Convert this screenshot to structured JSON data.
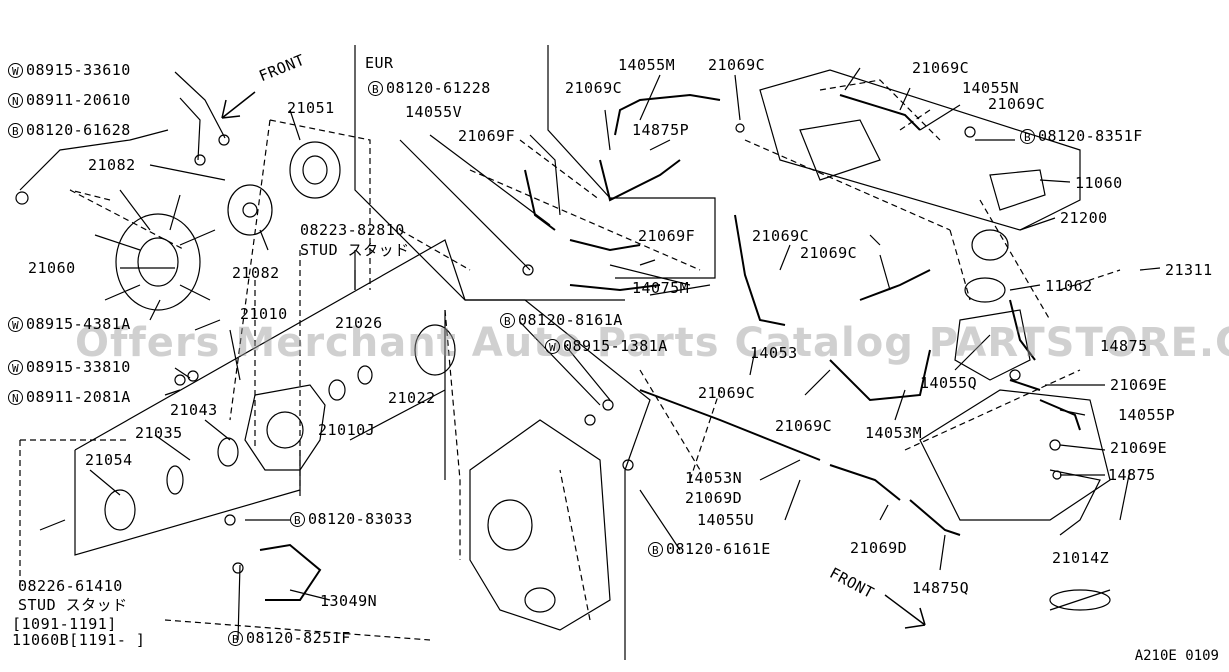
{
  "diagram": {
    "watermark": "Offers Merchant Auto Parts Catalog PARTSTORE.CA",
    "drawing_code": "A210E 0109",
    "labels": {
      "front_top": "FRONT",
      "front_bottom": "FRONT",
      "eur": "EUR",
      "p_08915_33610": "08915-33610",
      "p_08911_20610": "08911-20610",
      "p_08120_61628": "08120-61628",
      "p_21051": "21051",
      "p_21082_a": "21082",
      "p_21082_b": "21082",
      "p_21060": "21060",
      "p_08223_82810": "08223-82810",
      "stud_top": "STUD スタッド",
      "p_08915_4381a": "08915-4381A",
      "p_21010": "21010",
      "p_21026": "21026",
      "p_08915_33810": "08915-33810",
      "p_08911_2081a": "08911-2081A",
      "p_21043": "21043",
      "p_21022": "21022",
      "p_21035": "21035",
      "p_21010j": "21010J",
      "p_21054": "21054",
      "p_08120_83033": "08120-83033",
      "p_08226_61410": "08226-61410",
      "stud_bottom": "STUD スタッド",
      "range_1": "[1091-1191]",
      "p_11060b": "11060B[1191-    ]",
      "p_13049n": "13049N",
      "p_08120_8251f": "08120-8251F",
      "p_08120_61228": "08120-61228",
      "p_14055v": "14055V",
      "p_21069f_a": "21069F",
      "p_21069f_b": "21069F",
      "p_14075m": "14075M",
      "p_21069c_1": "21069C",
      "p_14055m": "14055M",
      "p_21069c_2": "21069C",
      "p_14875p": "14875P",
      "p_21069c_3": "21069C",
      "p_14055n": "14055N",
      "p_21069c_4": "21069C",
      "p_08120_8351f": "08120-8351F",
      "p_11060": "11060",
      "p_21200": "21200",
      "p_21069c_5": "21069C",
      "p_21069c_6": "21069C",
      "p_21311": "21311",
      "p_11062": "11062",
      "p_08120_8161a": "08120-8161A",
      "p_08915_1381a": "08915-1381A",
      "p_14053": "14053",
      "p_14875_r": "14875",
      "p_14055q": "14055Q",
      "p_21069c_7": "21069C",
      "p_21069c_8": "21069C",
      "p_21069e_a": "21069E",
      "p_14053m": "14053M",
      "p_14055p": "14055P",
      "p_21069e_b": "21069E",
      "p_14053n": "14053N",
      "p_21069d_a": "21069D",
      "p_14055u": "14055U",
      "p_08120_6161e": "08120-6161E",
      "p_21069d_b": "21069D",
      "p_14875_b": "14875",
      "p_14875q": "14875Q",
      "p_21014z": "21014Z"
    },
    "callout_letters": {
      "w": "W",
      "n": "N",
      "b": "B"
    }
  }
}
